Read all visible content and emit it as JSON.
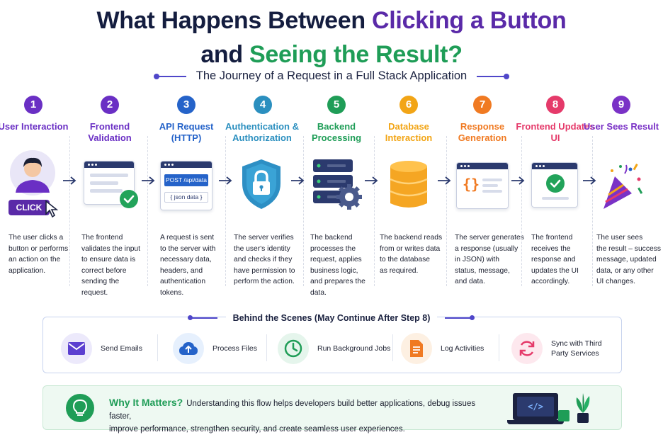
{
  "header": {
    "title_line1_part1": "What Happens Between ",
    "title_line1_part2": "Clicking a Button",
    "title_line2_part1": "and ",
    "title_line2_part2": "Seeing the Result?",
    "subtitle": "The Journey of a Request in a Full Stack Application"
  },
  "colors": {
    "title": "#141d3f",
    "accent_purple": "#5a2aa8",
    "accent_green": "#1f9d57",
    "line_blue": "#4f46c9"
  },
  "steps": [
    {
      "num": "1",
      "name": "User Interaction",
      "color": "#6a2fc4",
      "icon": "user-click-icon",
      "badge": "CLICK",
      "desc": [
        "The user clicks a",
        "button or performs",
        "an action on the",
        "application."
      ]
    },
    {
      "num": "2",
      "name": "Frontend Validation",
      "color": "#6a2fc4",
      "icon": "form-check-icon",
      "desc": [
        "The frontend",
        "validates the input",
        "to ensure data is",
        "correct before",
        "sending the request."
      ]
    },
    {
      "num": "3",
      "name": "API Request (HTTP)",
      "color": "#2563c9",
      "icon": "api-request-icon",
      "code_line1": "POST /api/data",
      "code_line2": "{ json data }",
      "desc": [
        "A request is sent",
        "to the server with",
        "necessary data,",
        "headers, and",
        "authentication tokens."
      ]
    },
    {
      "num": "4",
      "name": "Authentication & Authorization",
      "color": "#2b8fbf",
      "icon": "lock-shield-icon",
      "desc": [
        "The server verifies",
        "the user's identity",
        "and checks if they",
        "have permission to",
        "perform the action."
      ]
    },
    {
      "num": "5",
      "name": "Backend Processing",
      "color": "#1f9d57",
      "icon": "server-gear-icon",
      "desc": [
        "The backend",
        "processes the",
        "request, applies",
        "business logic,",
        "and prepares the",
        "data."
      ]
    },
    {
      "num": "6",
      "name": "Database Interaction",
      "color": "#f2a516",
      "icon": "database-icon",
      "desc": [
        "The backend reads",
        "from or writes data",
        "to the database",
        "as required."
      ]
    },
    {
      "num": "7",
      "name": "Response Generation",
      "color": "#f07a22",
      "icon": "json-response-icon",
      "desc": [
        "The server generates",
        "a response (usually",
        "in JSON) with",
        "status, message,",
        "and data."
      ]
    },
    {
      "num": "8",
      "name": "Frontend Updates UI",
      "color": "#e53a6a",
      "icon": "ui-update-icon",
      "desc": [
        "The frontend",
        "receives the",
        "response and",
        "updates the UI",
        "accordingly."
      ]
    },
    {
      "num": "9",
      "name": "User Sees Result",
      "color": "#7a32c6",
      "icon": "party-popper-icon",
      "desc": [
        "The user sees",
        "the result – success",
        "message, updated",
        "data, or any other",
        "UI changes."
      ]
    }
  ],
  "behind": {
    "title": "Behind the Scenes (May Continue After Step 8)",
    "items": [
      {
        "label": "Send Emails",
        "icon": "mail-icon"
      },
      {
        "label": "Process Files",
        "icon": "cloud-upload-icon"
      },
      {
        "label": "Run Background Jobs",
        "icon": "clock-icon"
      },
      {
        "label": "Log Activities",
        "icon": "document-icon"
      },
      {
        "label_line1": "Sync with Third",
        "label_line2": "Party Services",
        "icon": "sync-icon"
      }
    ]
  },
  "why": {
    "heading": "Why It Matters?",
    "text_line1": "Understanding this flow helps developers build better applications, debug issues faster,",
    "text_line2": "improve performance, strengthen security, and create seamless user experiences.",
    "icon": "lightbulb-icon",
    "illustration": "laptop-code-icon",
    "code_glyph": "</>"
  }
}
